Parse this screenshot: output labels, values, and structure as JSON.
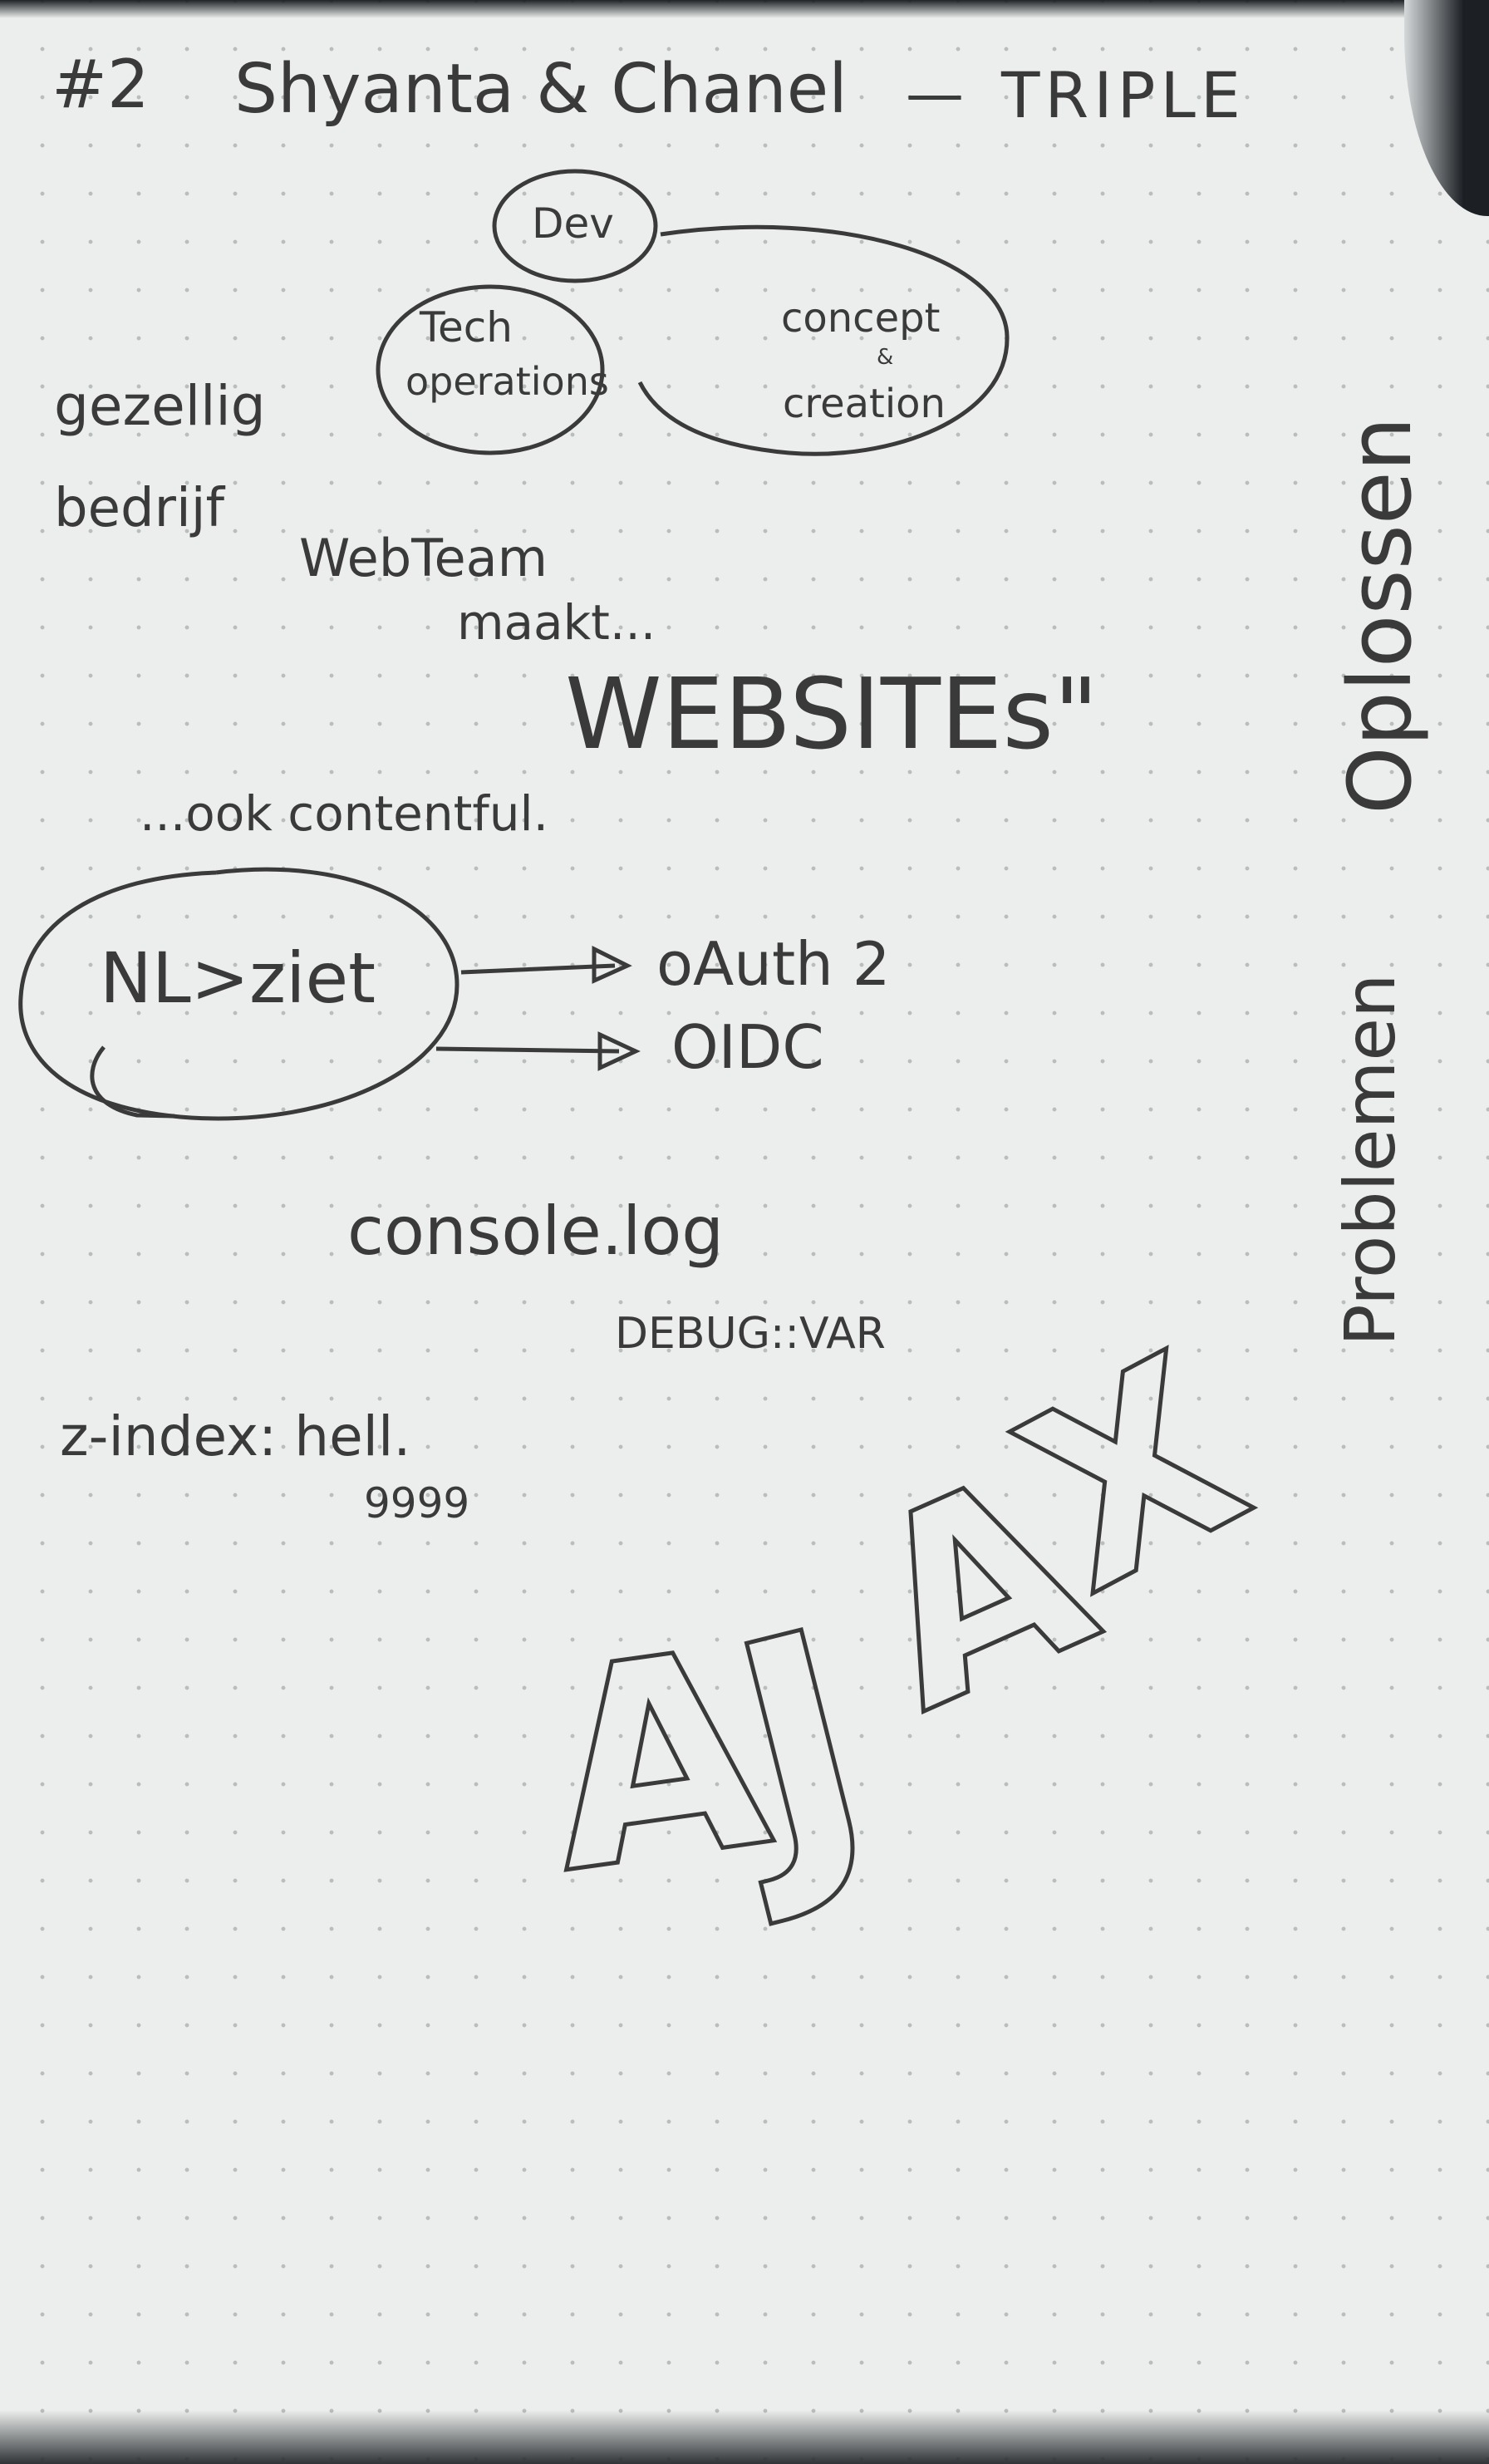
{
  "heading": {
    "number": "#2",
    "names": "Shyanta & Chanel",
    "dash": "—",
    "company": "TRIPLE"
  },
  "departments": {
    "top": "Dev",
    "left_line1": "Tech",
    "left_line2": "operations",
    "right_line1": "concept",
    "right_amp": "&",
    "right_line2": "creation"
  },
  "notes": {
    "gezellig": "gezellig",
    "bedrijf": "bedrijf",
    "webteam": "WebTeam",
    "maakt": "maakt...",
    "websites": "WEBSITEs\"",
    "contentful": "...ook contentful.",
    "nlziet": "NL>ziet",
    "oauth": "oAuth 2",
    "oidc": "OIDC",
    "console": "console.log",
    "debug": "DEBUG::VAR",
    "zindex": "z-index: hell.",
    "nines": "9999",
    "side_problemen": "Problemen",
    "side_oplossen": "Oplossen",
    "ajax": "AJAX"
  },
  "colors": {
    "ink": "#3a3a3a",
    "paper": "#eceeed",
    "background": "#2b2f33"
  }
}
